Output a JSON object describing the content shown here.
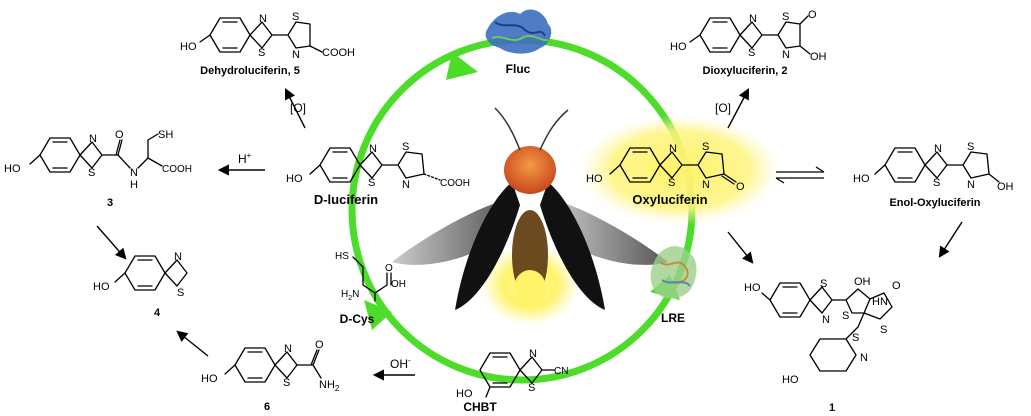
{
  "compounds": {
    "dehydroluciferin": {
      "name": "Dehydroluciferin, 5",
      "atoms": {
        "n": "N",
        "s1": "S",
        "s2": "S",
        "n2": "N",
        "oh": "HO",
        "cooh": "COOH"
      }
    },
    "dioxyluciferin": {
      "name": "Dioxyluciferin, 2",
      "atoms": {
        "n": "N",
        "s1": "S",
        "s2": "S",
        "n2": "N",
        "oh": "HO",
        "oh2": "OH",
        "o": "O"
      }
    },
    "d_luciferin": {
      "name": "D-luciferin",
      "atoms": {
        "n": "N",
        "s1": "S",
        "s2": "S",
        "n2": "N",
        "oh": "HO",
        "cooh": "COOH"
      }
    },
    "oxyluciferin": {
      "name": "Oxyluciferin",
      "atoms": {
        "n": "N",
        "s1": "S",
        "s2": "S",
        "n2": "N",
        "oh": "HO",
        "o": "O"
      }
    },
    "enol_oxyluciferin": {
      "name": "Enol-Oxyluciferin",
      "atoms": {
        "n": "N",
        "s1": "S",
        "s2": "S",
        "n2": "N",
        "oh": "HO",
        "oh2": "OH"
      }
    },
    "compound3": {
      "name": "3",
      "atoms": {
        "n": "N",
        "s1": "S",
        "nh_n": "N",
        "nh_h": "H",
        "o": "O",
        "sh": "SH",
        "oh": "HO",
        "cooh": "COOH"
      }
    },
    "compound4": {
      "name": "4",
      "atoms": {
        "n": "N",
        "s1": "S",
        "oh": "HO"
      }
    },
    "compound6": {
      "name": "6",
      "atoms": {
        "n": "N",
        "s1": "S",
        "oh": "HO",
        "o": "O",
        "nh2": "NH",
        "sub2": "2"
      }
    },
    "chbt": {
      "name": "CHBT",
      "atoms": {
        "n": "N",
        "s1": "S",
        "oh": "HO",
        "cn": "CN"
      }
    },
    "d_cys": {
      "name": "D-Cys",
      "atoms": {
        "hs": "HS",
        "h2n": "H",
        "n": "N",
        "sub2": "2",
        "oh": "OH",
        "o": "O"
      }
    },
    "compound1": {
      "name": "1",
      "atoms": {
        "ho1": "HO",
        "n1": "N",
        "s1": "S",
        "s2": "S",
        "oh": "OH",
        "s3": "S",
        "hn": "HN",
        "o": "O",
        "s4": "S",
        "n4": "N",
        "ho2": "HO"
      }
    }
  },
  "enzymes": {
    "fluc": "Fluc",
    "lre": "LRE"
  },
  "reagents": {
    "oxidation_left": "[O]",
    "oxidation_right": "[O]",
    "acid": "H",
    "acid_sup": "+",
    "base": "OH",
    "base_sup": "-"
  },
  "colors": {
    "cycle_arrow": "#4ddc2a",
    "oxy_highlight": "#fff26a",
    "firefly_glow": "#fff39a",
    "firefly_head": "#e8641e",
    "wing": "#111111"
  }
}
